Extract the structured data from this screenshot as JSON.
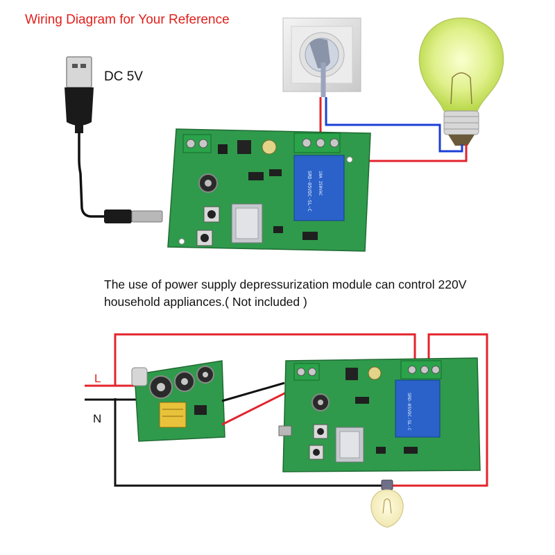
{
  "title": "Wiring Diagram for Your Reference",
  "dc_label": "DC 5V",
  "caption_line1": "The use of power supply depressurization module can control 220V",
  "caption_line2": "household appliances.( Not included )",
  "label_L": "L",
  "label_N": "N",
  "colors": {
    "title_red": "#e0201c",
    "wire_red": "#e3232b",
    "wire_blue": "#1b3fd6",
    "wire_black": "#111111",
    "pcb_green": "#2f9a4b",
    "relay_blue": "#2a62c9",
    "terminal_green": "#2aa34a"
  },
  "icons": [
    "usb-plug-icon",
    "wall-socket-icon",
    "light-bulb-icon",
    "relay-board-icon",
    "power-module-icon",
    "small-bulb-icon"
  ]
}
